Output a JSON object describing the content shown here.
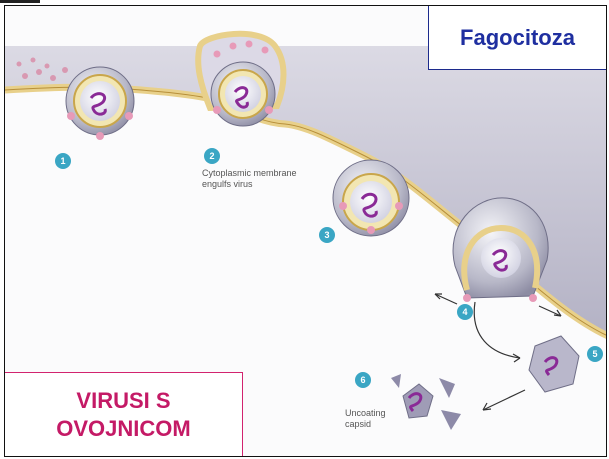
{
  "slide": {
    "title": "Fagocitoza",
    "label_line1": "VIRUSI S",
    "label_line2": "OVOJNICOM"
  },
  "diagram": {
    "steps": [
      "1",
      "2",
      "3",
      "4",
      "5",
      "6"
    ],
    "annotation_membrane_line1": "Cytoplasmic membrane",
    "annotation_membrane_line2": "engulfs virus",
    "annotation_uncoating_line1": "Uncoating",
    "annotation_uncoating_line2": "capsid"
  },
  "colors": {
    "title": "#1f2fa0",
    "label": "#c41a66",
    "membrane": "#e9d79a",
    "cytoplasm": "#c9c8d6",
    "step_badge": "#3aa6c4"
  }
}
